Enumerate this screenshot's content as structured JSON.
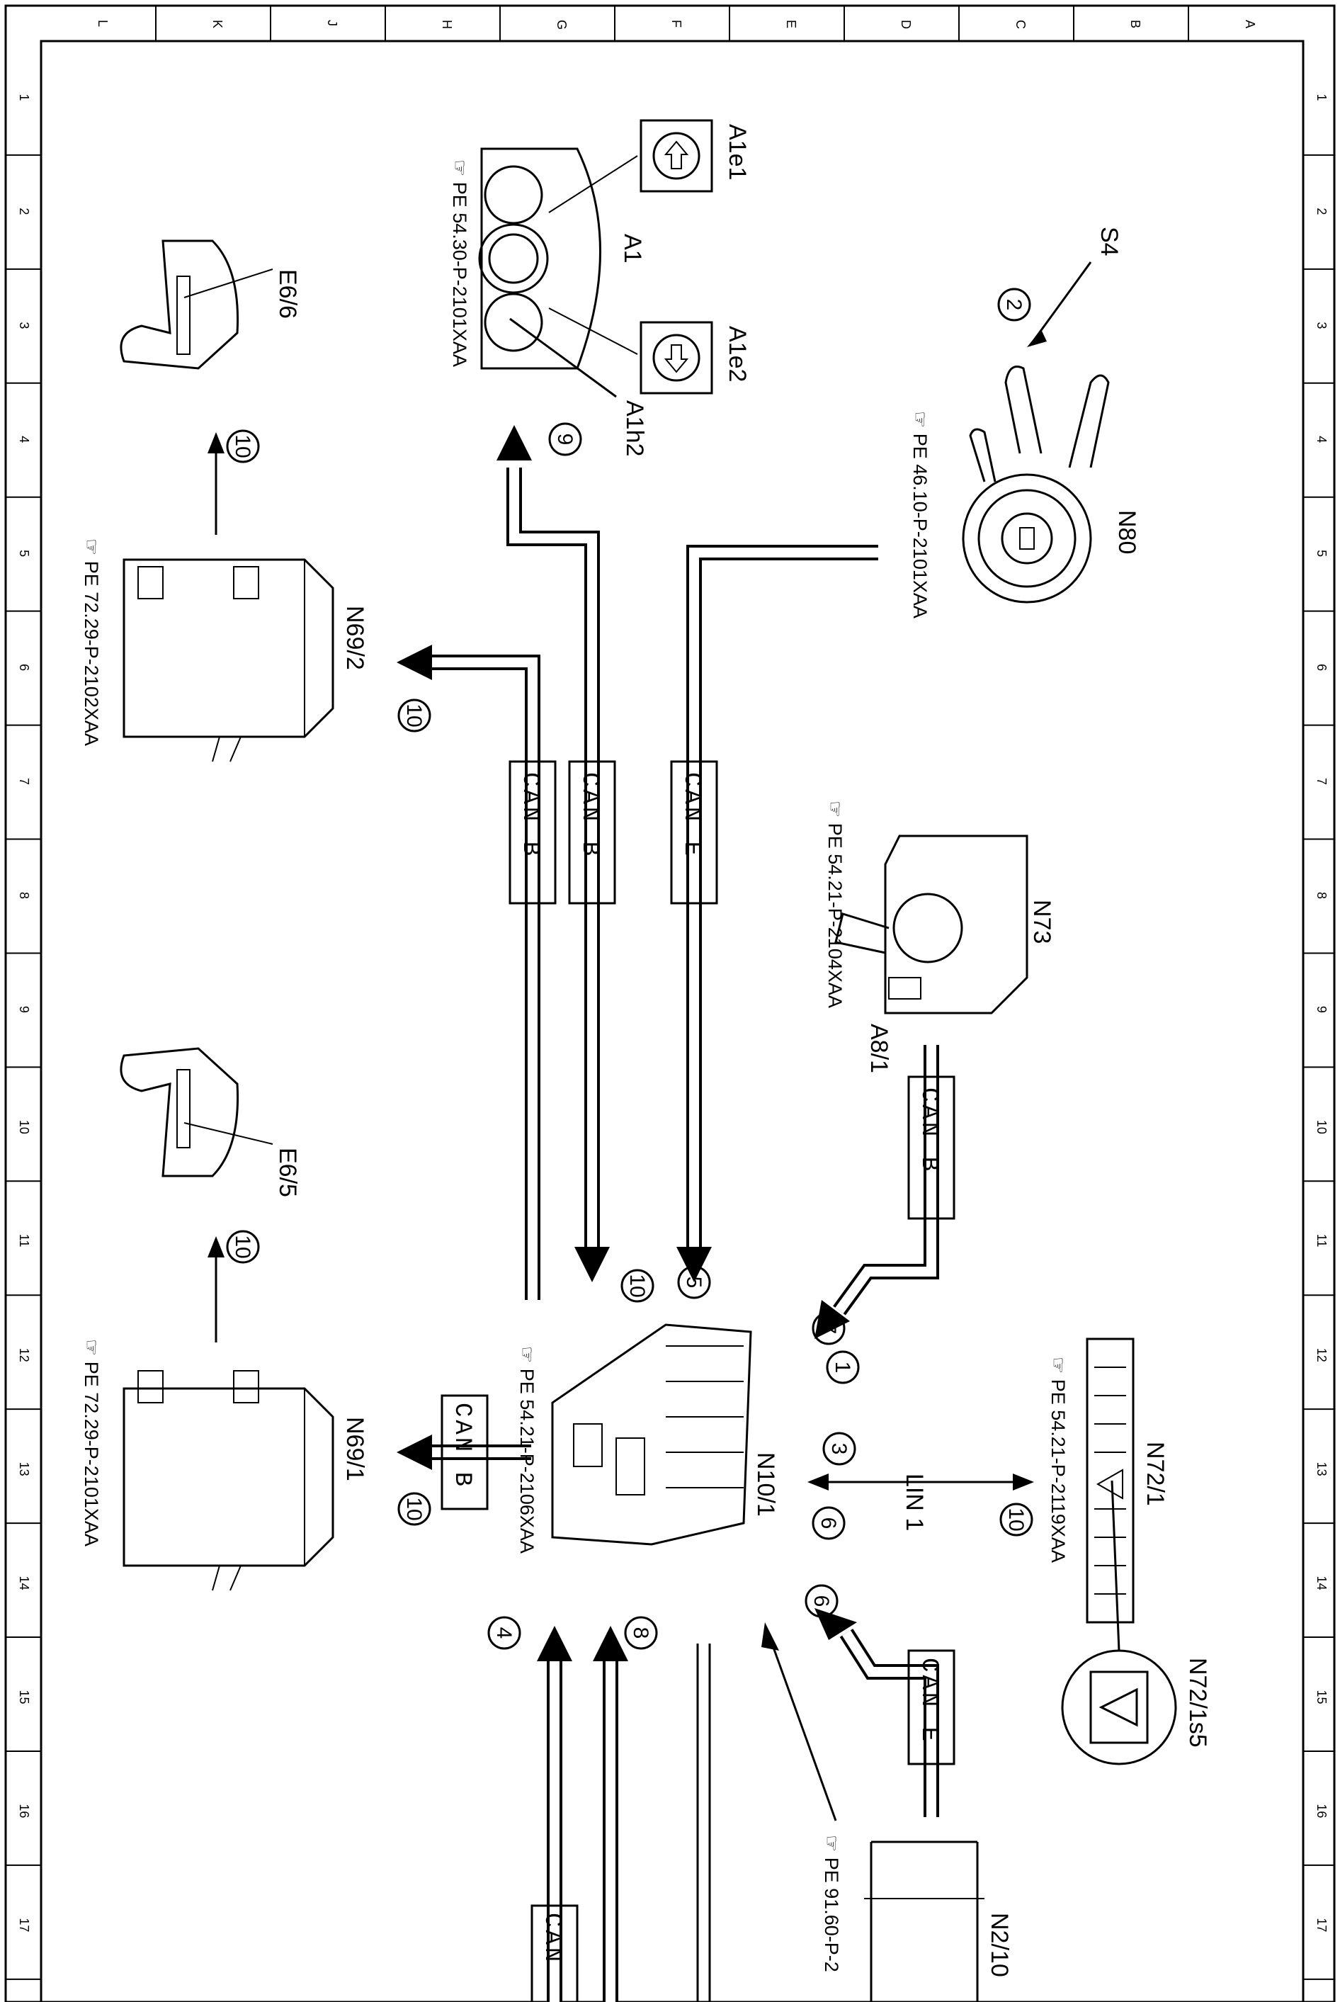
{
  "grid": {
    "letters": [
      "L",
      "K",
      "J",
      "H",
      "G",
      "F",
      "E",
      "D",
      "C",
      "B",
      "A"
    ],
    "numbers": [
      "1",
      "2",
      "3",
      "4",
      "5",
      "6",
      "7",
      "8",
      "9",
      "10",
      "11",
      "12",
      "13",
      "14",
      "15",
      "16",
      "17"
    ]
  },
  "components": {
    "a1": {
      "label": "A1",
      "ref": "PE 54.30-P-2101XAA"
    },
    "a1e1": {
      "label": "A1e1"
    },
    "a1e2": {
      "label": "A1e2"
    },
    "a1h2": {
      "label": "A1h2"
    },
    "s4": {
      "label": "S4"
    },
    "n80": {
      "label": "N80",
      "ref": "PE 46.10-P-2101XAA"
    },
    "e6_6": {
      "label": "E6/6"
    },
    "e6_5": {
      "label": "E6/5"
    },
    "n69_2": {
      "label": "N69/2",
      "ref": "PE 72.29-P-2102XAA"
    },
    "n69_1": {
      "label": "N69/1",
      "ref": "PE 72.29-P-2101XAA"
    },
    "n73": {
      "label": "N73",
      "ref": "PE 54.21-P-2104XAA"
    },
    "a8_1": {
      "label": "A8/1"
    },
    "n10_1": {
      "label": "N10/1",
      "ref": "PE 54.21-P-2106XAA"
    },
    "n72_1": {
      "label": "N72/1",
      "ref": "PE 54.21-P-2119XAA"
    },
    "n72_1s5": {
      "label": "N72/1s5"
    },
    "n2_10": {
      "label": "N2/10",
      "ref": "PE 91.60-P-2"
    }
  },
  "buses": {
    "can_b": "CAN B",
    "can_e": "CAN E",
    "lin1": "LIN 1",
    "can": "CAN"
  },
  "steps": [
    "1",
    "2",
    "3",
    "4",
    "5",
    "6",
    "7",
    "8",
    "9",
    "10"
  ]
}
